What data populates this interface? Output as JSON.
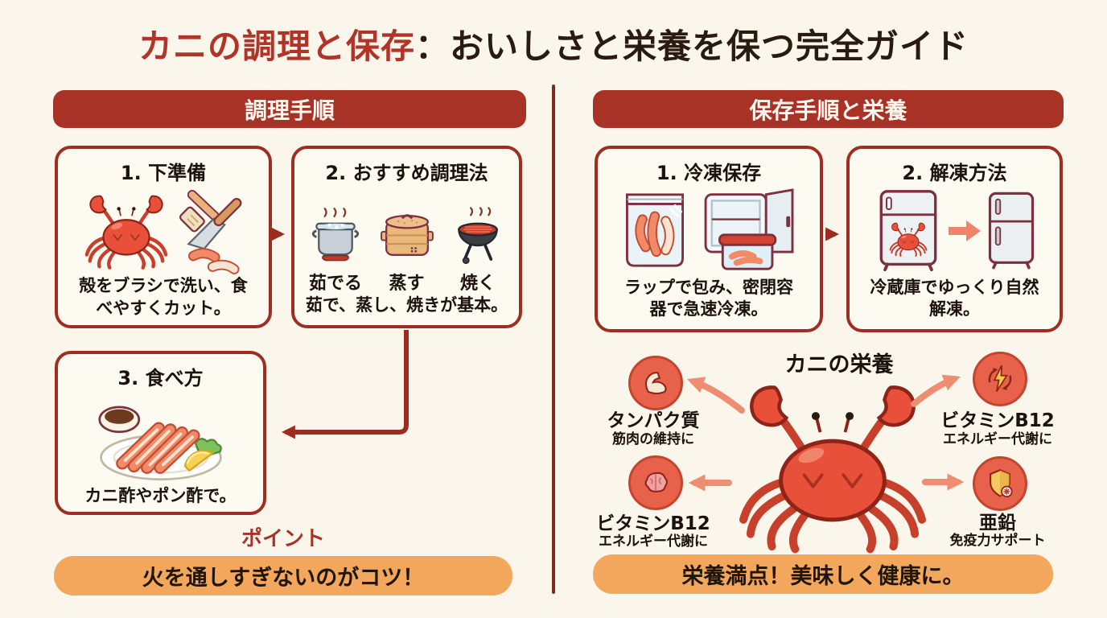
{
  "page": {
    "title": {
      "highlight": "カニの調理と保存",
      "rest": "：おいしさと栄養を保つ完全ガイド"
    }
  },
  "left": {
    "header": "調理手順",
    "step1": {
      "title": "1. 下準備",
      "caption": "殻をブラシで洗い、食べやすくカット。"
    },
    "step2": {
      "title": "2. おすすめ調理法",
      "caption": "茹で、蒸し、焼きが基本。",
      "methods": [
        {
          "label": "茹でる"
        },
        {
          "label": "蒸す"
        },
        {
          "label": "焼く"
        }
      ]
    },
    "step3": {
      "title": "3. 食べ方",
      "caption": "カニ酢やポン酢で。"
    },
    "point_label": "ポイント",
    "banner": "火を通しすぎないのがコツ！"
  },
  "right": {
    "header": "保存手順と栄養",
    "step1": {
      "title": "1. 冷凍保存",
      "caption": "ラップで包み、密閉容器で急速冷凍。"
    },
    "step2": {
      "title": "2. 解凍方法",
      "caption": "冷蔵庫でゆっくり自然解凍。"
    },
    "nutrition": {
      "title": "カニの栄養",
      "top_left": {
        "name": "タンパク質",
        "desc": "筋肉の維持に"
      },
      "top_right": {
        "name": "ビタミンB12",
        "desc": "エネルギー代謝に"
      },
      "bottom_left": {
        "name": "ビタミンB12",
        "desc": "エネルギー代謝に"
      },
      "bottom_right": {
        "name": "亜鉛",
        "desc": "免疫力サポート"
      }
    },
    "banner": "栄養満点！美味しく健康に。"
  },
  "icons": {
    "left_step1": [
      "crab-icon",
      "brush-and-knife-icon"
    ],
    "left_step2": [
      "boiling-pot-icon",
      "steamer-icon",
      "grill-icon"
    ],
    "left_step3": [
      "crab-plate-icon"
    ],
    "right_step1": [
      "ziplock-bag-icon",
      "open-freezer-icon"
    ],
    "right_step2": [
      "fridge-with-crab-icon",
      "arrow-right-icon",
      "fridge-icon"
    ],
    "nutrition": [
      "muscle-icon",
      "energy-cycle-icon",
      "brain-icon",
      "shield-icon",
      "crab-illustration"
    ]
  },
  "colors": {
    "accent_red": "#A93226",
    "divider_red": "#7E2A1D",
    "banner_orange": "#F3A75D",
    "coral_circle": "#E8614B",
    "coral_arrow": "#EE8D71",
    "background": "#FAF6EC"
  }
}
